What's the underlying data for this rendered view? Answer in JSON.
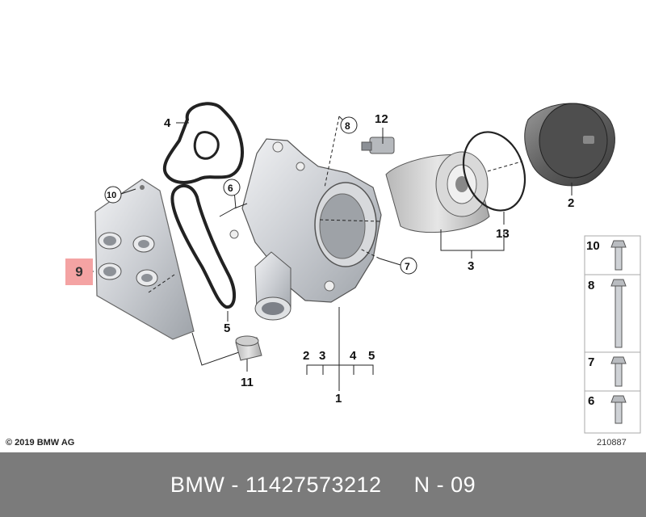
{
  "callouts": {
    "c1": "1",
    "c2a": "2",
    "c2b": "2",
    "c3a": "3",
    "c3b": "3",
    "c4a": "4",
    "c4b": "4",
    "c5a": "5",
    "c5b": "5",
    "c6": "6",
    "c7": "7",
    "c8": "8",
    "c9": "9",
    "c10": "10",
    "c11": "11",
    "c12": "12",
    "c13": "13"
  },
  "side_panel": {
    "items": [
      {
        "label": "10"
      },
      {
        "label": "8"
      },
      {
        "label": "7"
      },
      {
        "label": "6"
      }
    ]
  },
  "copyright": "© 2019 BMW AG",
  "diagram_id": "210887",
  "footer": {
    "brand": "BMW",
    "sep1": " - ",
    "part_number": "11427573212",
    "gap": "     ",
    "code": "N - 09"
  },
  "colors": {
    "highlight": "#f4a3a3",
    "footer_bg": "#7b7b7b",
    "metal": "#cfd2d6"
  }
}
